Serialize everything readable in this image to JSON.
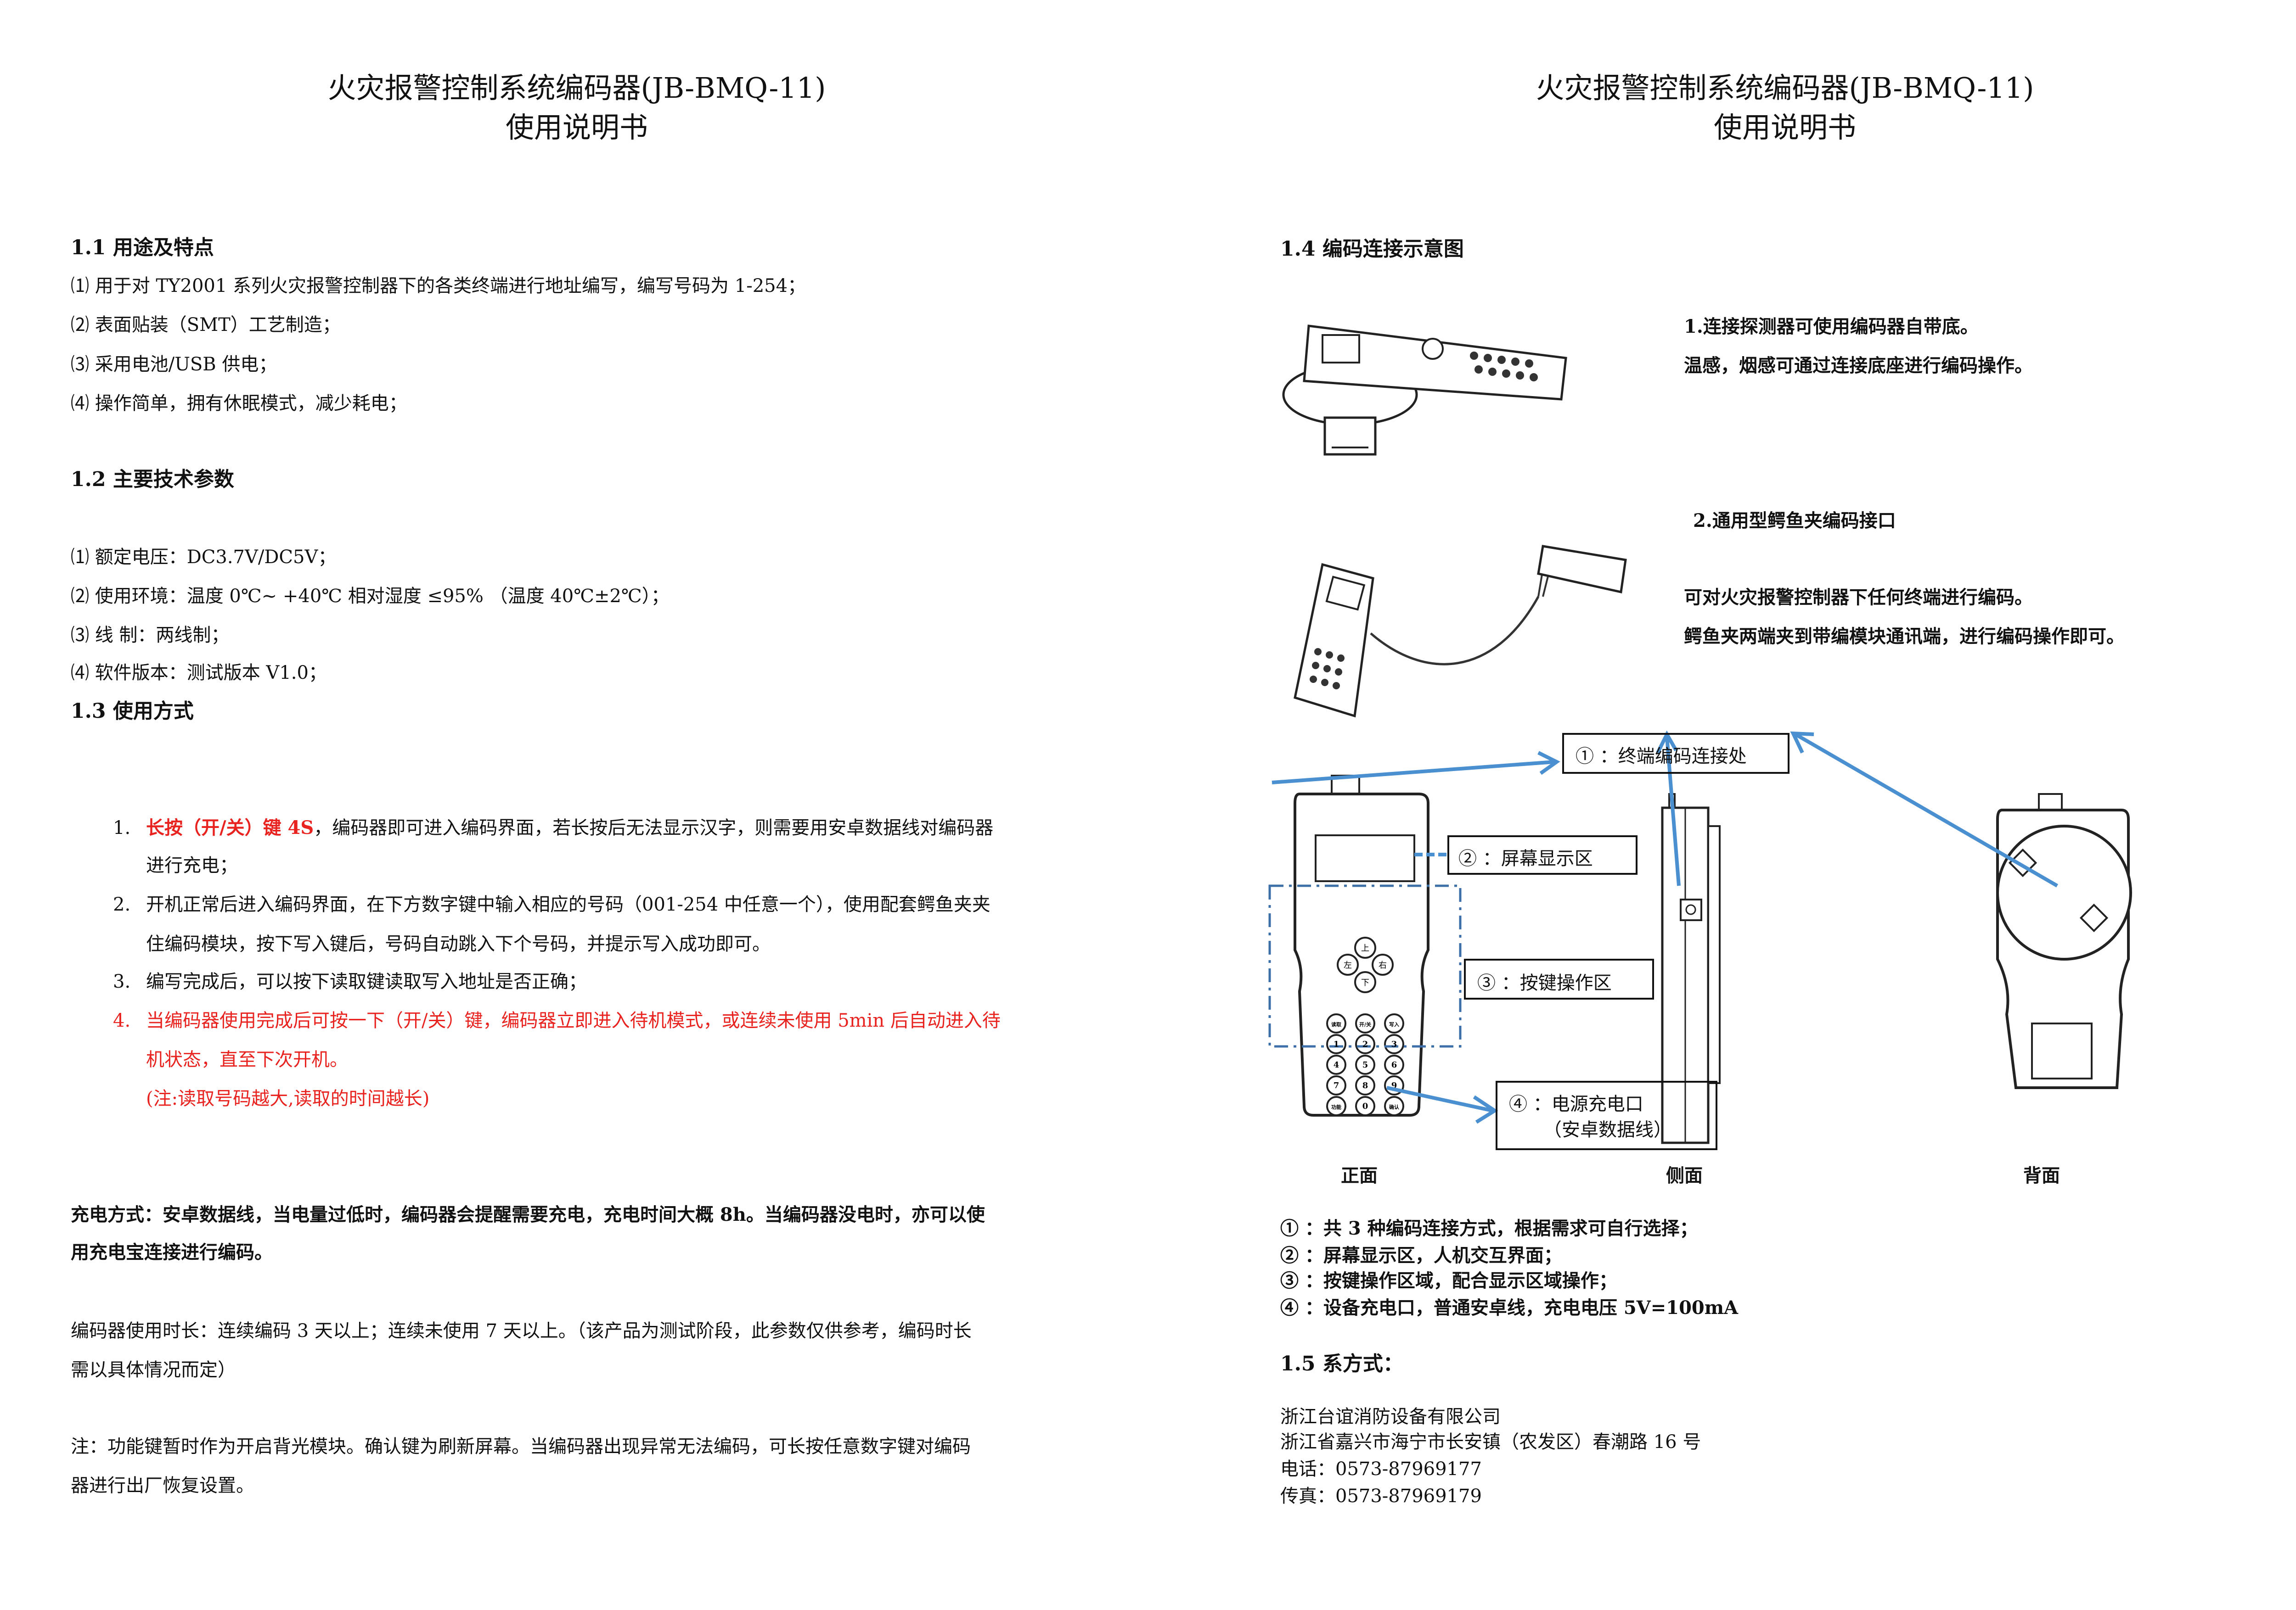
{
  "left": {
    "title": "火灾报警控制系统编码器(JB-BMQ-11)",
    "subtitle": "使用说明书",
    "s11": {
      "heading": "1.1 用途及特点",
      "items": [
        "⑴ 用于对 TY2001 系列火灾报警控制器下的各类终端进行地址编写，编写号码为 1-254；",
        "⑵ 表面贴装（SMT）工艺制造；",
        "⑶ 采用电池/USB 供电；",
        "⑷ 操作简单，拥有休眠模式，减少耗电；"
      ]
    },
    "s12": {
      "heading": "1.2  主要技术参数",
      "items": [
        "⑴ 额定电压：DC3.7V/DC5V；",
        "⑵ 使用环境：温度   0℃~ +40℃      相对湿度   ≤95%   （温度  40℃±2℃）；",
        "⑶ 线      制：两线制；",
        "⑷ 软件版本：测试版本 V1.0；"
      ]
    },
    "s13": {
      "heading": "1.3 使用方式",
      "step1_num": "1.",
      "step1_red": "长按（开/关）键 4S",
      "step1_rest": "，编码器即可进入编码界面，若长按后无法显示汉字，则需要用安卓数据线对编码器",
      "step1_line2": "进行充电；",
      "step2_num": "2.",
      "step2_line1": "开机正常后进入编码界面，在下方数字键中输入相应的号码（001-254 中任意一个），使用配套鳄鱼夹夹",
      "step2_line2": "住编码模块，按下写入键后，号码自动跳入下个号码，并提示写入成功即可。",
      "step3_num": "3.",
      "step3_line1": "编写完成后，可以按下读取键读取写入地址是否正确；",
      "step4_num": "4.",
      "step4_line1": "当编码器使用完成后可按一下（开/关）键，编码器立即进入待机模式，或连续未使用 5min 后自动进入待",
      "step4_line2": "机状态，直至下次开机。",
      "note": "(注:读取号码越大,读取的时间越长)"
    },
    "charge_line1": "充电方式：安卓数据线，当电量过低时，编码器会提醒需要充电，充电时间大概 8h。当编码器没电时，亦可以使",
    "charge_line2": "用充电宝连接进行编码。",
    "duration_line1": "编码器使用时长：连续编码 3 天以上；连续未使用 7 天以上。（该产品为测试阶段，此参数仅供参考，编码时长",
    "duration_line2": "需以具体情况而定）",
    "notice_line1": "注：功能键暂时作为开启背光模块。确认键为刷新屏幕。当编码器出现异常无法编码，可长按任意数字键对编码",
    "notice_line2": "器进行出厂恢复设置。"
  },
  "right": {
    "title": "火灾报警控制系统编码器(JB-BMQ-11)",
    "subtitle": "使用说明书",
    "s14": {
      "heading": "1.4 编码连接示意图",
      "m1_line1": "1.连接探测器可使用编码器自带底。",
      "m1_line2": "温感，烟感可通过连接底座进行编码操作。",
      "m2_title": "2.通用型鳄鱼夹编码接口",
      "m2_line1": "可对火灾报警控制器下任何终端进行编码。",
      "m2_line2": "鳄鱼夹两端夹到带编模块通讯端，进行编码操作即可。",
      "callout1": "①  ：终端编码连接处",
      "callout2": "②  ：屏幕显示区",
      "callout3": "③  ：按键操作区",
      "callout4_line1": "④  ：电源充电口",
      "callout4_line2": "（安卓数据线）",
      "view_front": "正面",
      "view_side": "侧面",
      "view_back": "背面",
      "key_labels": [
        "读取",
        "开/关",
        "写入",
        "1",
        "2",
        "3",
        "4",
        "5",
        "6",
        "7",
        "8",
        "9",
        "功能",
        "0",
        "确认"
      ],
      "nav_labels": [
        "上",
        "左",
        "右",
        "下"
      ],
      "legend": [
        "①  ：共 3 种编码连接方式，根据需求可自行选择；",
        "②  ：屏幕显示区，人机交互界面；",
        "③  ：按键操作区域，配合显示区域操作；",
        "④  ：设备充电口，普通安卓线，充电电压 5V=100mA"
      ]
    },
    "s15": {
      "heading": "1.5 系方式：",
      "company": "浙江台谊消防设备有限公司",
      "address": "浙江省嘉兴市海宁市长安镇（农发区）春潮路 16 号",
      "phone": "电话：0573-87969177",
      "fax": "传真：0573-87969179"
    }
  },
  "colors": {
    "red": "#e8231f",
    "arrow": "#4a8fd0",
    "dash": "#3c6fa8"
  }
}
